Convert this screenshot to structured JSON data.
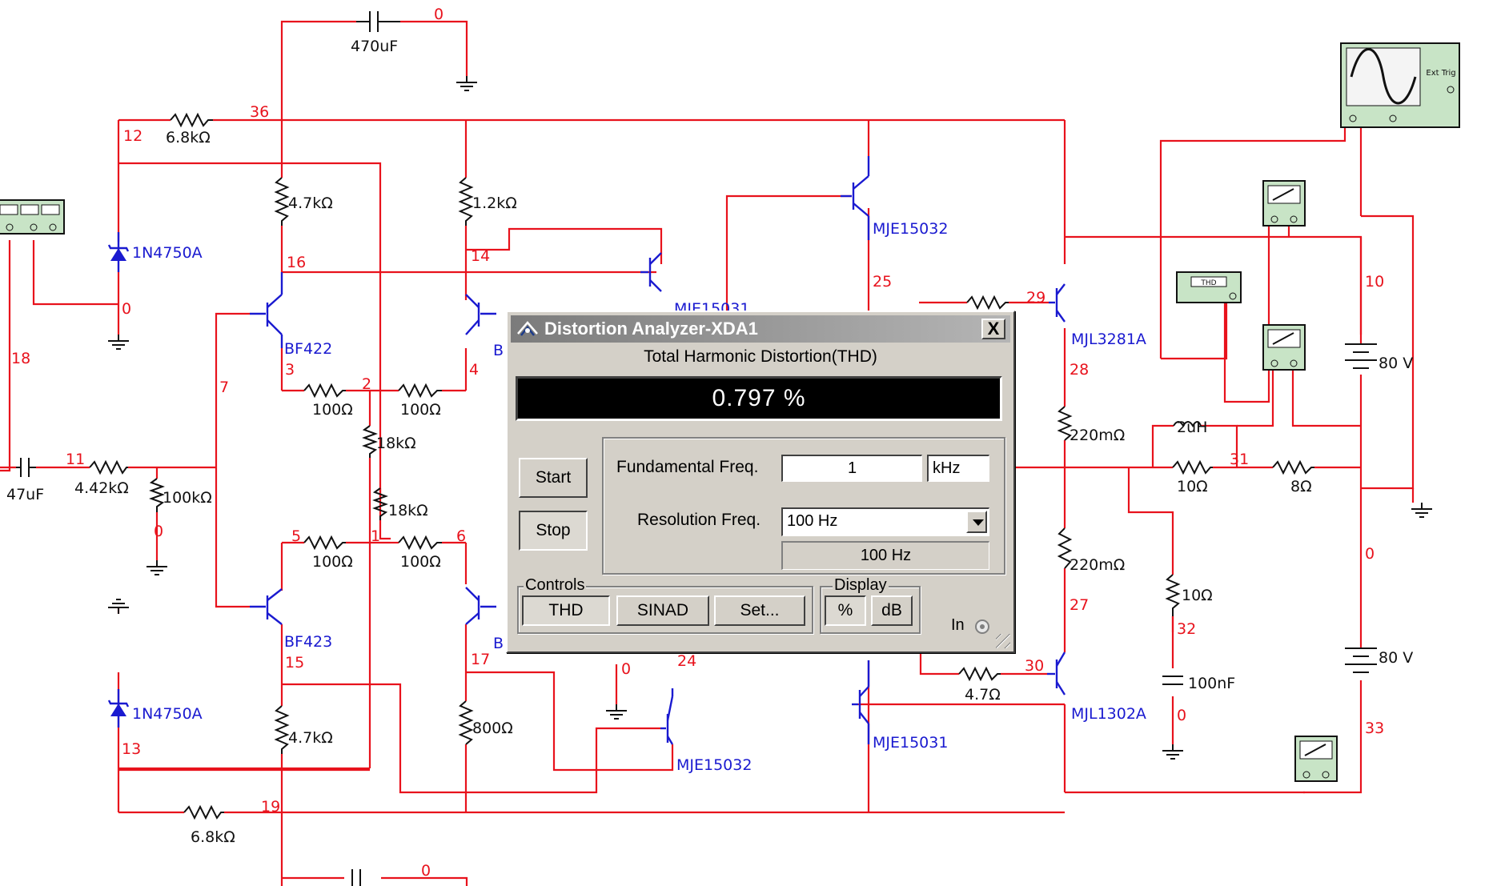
{
  "schematic": {
    "net_labels": [
      "0",
      "36",
      "12",
      "18",
      "16",
      "14",
      "25",
      "29",
      "10",
      "3",
      "2",
      "4",
      "7",
      "11",
      "0",
      "28",
      "5",
      "1",
      "6",
      "31",
      "0",
      "0",
      "27",
      "32",
      "15",
      "17",
      "0",
      "24",
      "30",
      "0",
      "33",
      "13",
      "19",
      "0"
    ],
    "components": {
      "c_top": "470uF",
      "r_12_36": "6.8kΩ",
      "r_q1_top": "4.7kΩ",
      "r_q2_top": "1.2kΩ",
      "z_top": "1N4750A",
      "q1": "BF422",
      "r_3_2": "100Ω",
      "r_2_4": "100Ω",
      "r_mid1": "18kΩ",
      "r_mid2": "18kΩ",
      "c_in": "47uF",
      "r_in": "4.42kΩ",
      "r_bias": "100kΩ",
      "r_5_1": "100Ω",
      "r_1_6": "100Ω",
      "q3": "BF423",
      "z_bot": "1N4750A",
      "r_q3_bot": "4.7kΩ",
      "r_q4_bot": "800Ω",
      "r_bot": "6.8kΩ",
      "q_mje15031_top": "MJE15031",
      "q_mje15032_top": "MJE15032",
      "q_mjl3281a": "MJL3281A",
      "r_220_top": "220mΩ",
      "r_220_bot": "220mΩ",
      "q_mjl1302a": "MJL1302A",
      "r_47": "4.7Ω",
      "q_mje15032_bot": "MJE15032",
      "q_mje15031_bot": "MJE15031",
      "l_out": "2uH",
      "r_10a": "10Ω",
      "r_8": "8Ω",
      "r_10b": "10Ω",
      "c_100n": "100nF",
      "v_top": "80 V",
      "v_bot": "80 V",
      "q2_partial": "B",
      "q4_partial": "B"
    },
    "instrument_labels": {
      "thd_meter": "THD",
      "scope": "Ext Trig"
    }
  },
  "dialog": {
    "title": "Distortion Analyzer-XDA1",
    "close_glyph": "X",
    "subtitle": "Total Harmonic Distortion(THD)",
    "reading": "0.797 %",
    "buttons": {
      "start": "Start",
      "stop": "Stop"
    },
    "fundamental": {
      "label": "Fundamental Freq.",
      "value": "1",
      "unit": "kHz"
    },
    "resolution": {
      "label": "Resolution Freq.",
      "value": "100 Hz",
      "display": "100 Hz"
    },
    "controls": {
      "label": "Controls",
      "thd": "THD",
      "sinad": "SINAD",
      "set": "Set..."
    },
    "display": {
      "label": "Display",
      "percent": "%",
      "db": "dB"
    },
    "input_label": "In"
  }
}
